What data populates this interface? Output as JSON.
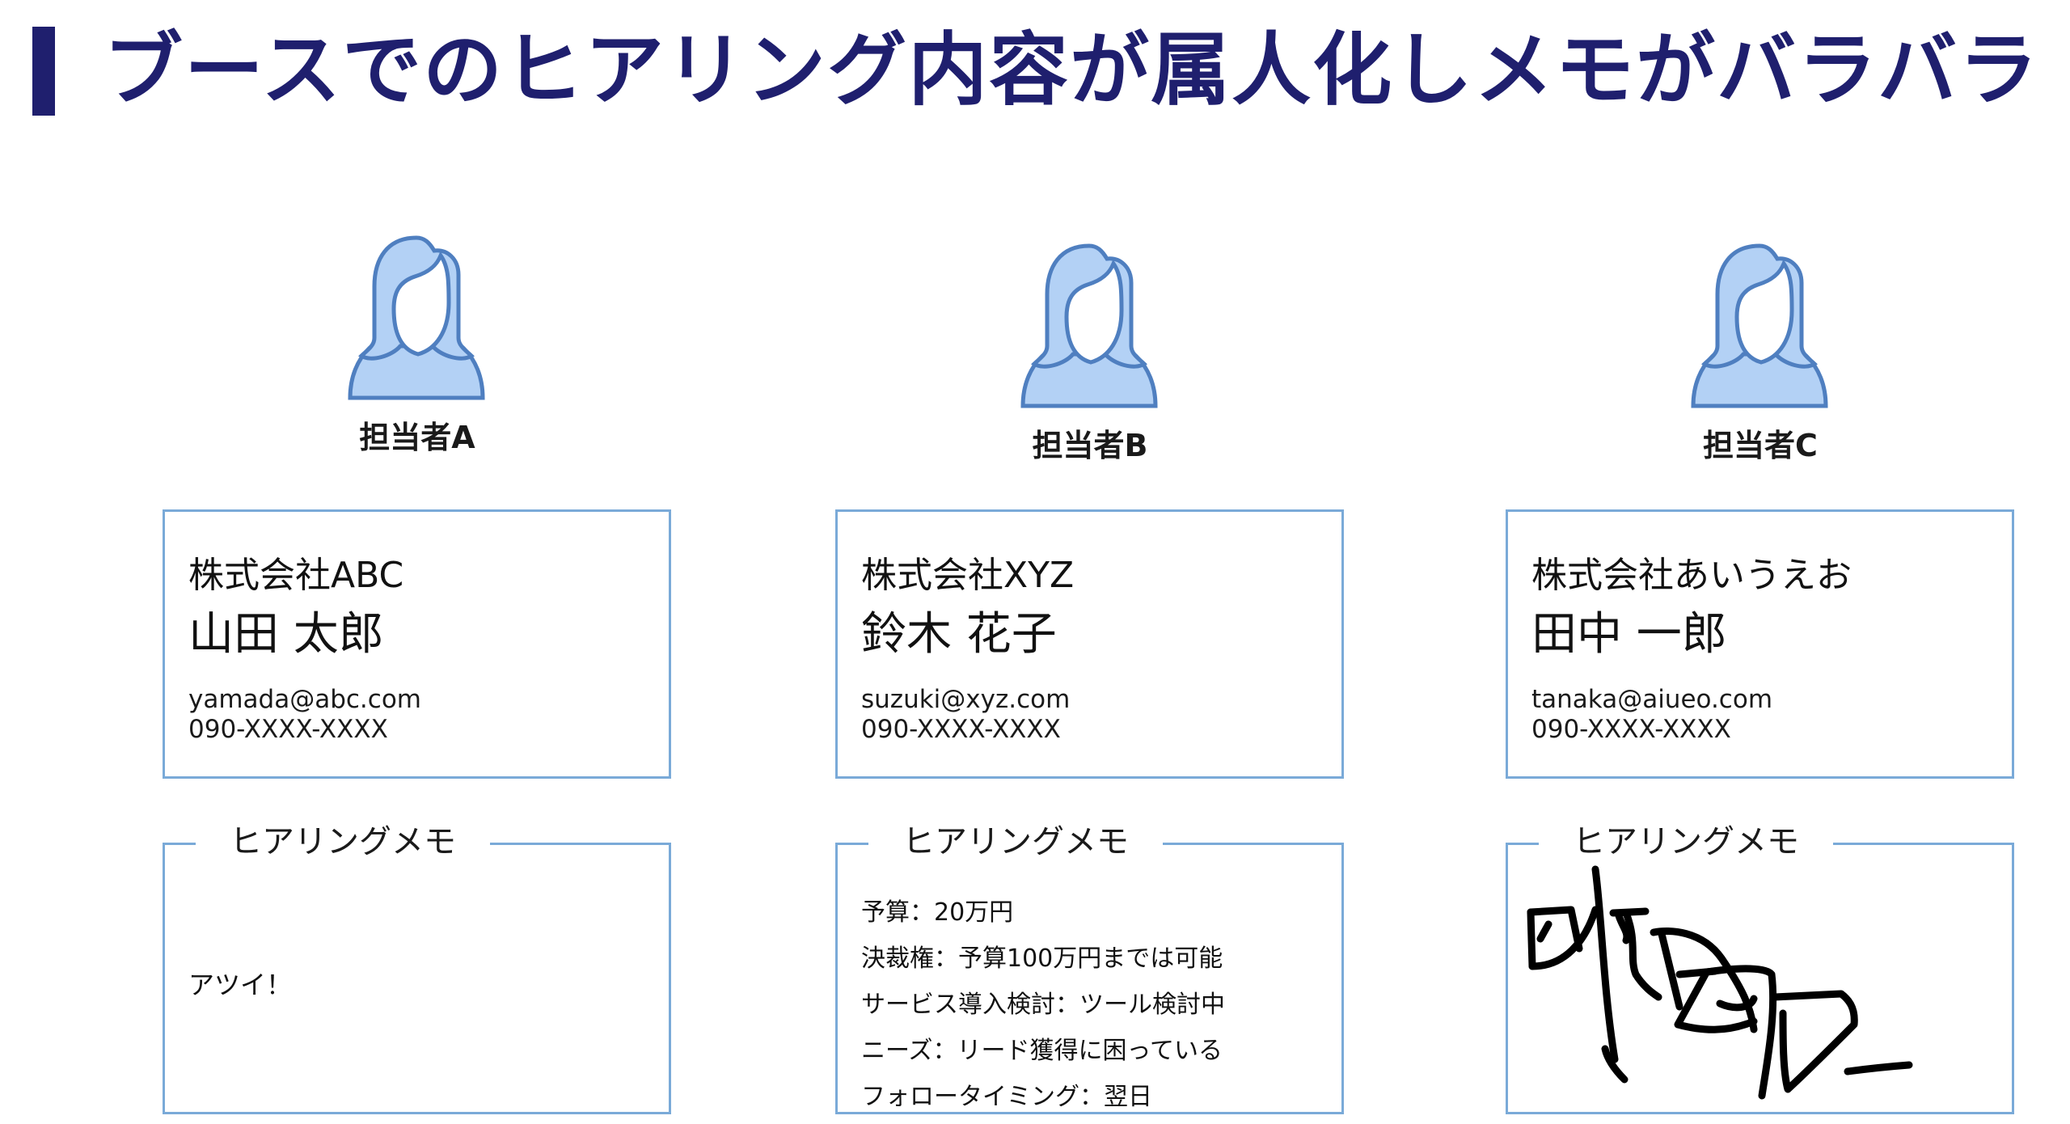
{
  "title": "ブースでのヒアリング内容が属人化しメモがバラバラ",
  "colors": {
    "title": "#1f1f6e",
    "accent_bar": "#1f1f6e",
    "card_border": "#7aaad8",
    "avatar_fill": "#b3d1f5",
    "avatar_stroke": "#4f7fc0"
  },
  "memo_heading": "ヒアリングメモ",
  "reps": [
    {
      "label": "担当者A",
      "avatar_icon": "female-user-icon",
      "card": {
        "company": "株式会社ABC",
        "name": "山田 太郎",
        "email": "yamada@abc.com",
        "phone": "090-XXXX-XXXX"
      },
      "memo": {
        "type": "text",
        "text": "アツイ！"
      }
    },
    {
      "label": "担当者B",
      "avatar_icon": "female-user-icon",
      "card": {
        "company": "株式会社XYZ",
        "name": "鈴木 花子",
        "email": "suzuki@xyz.com",
        "phone": "090-XXXX-XXXX"
      },
      "memo": {
        "type": "list",
        "lines": [
          "予算：20万円",
          "決裁権：予算100万円までは可能",
          "サービス導入検討：ツール検討中",
          "ニーズ：リード獲得に困っている",
          "フォロータイミング：翌日"
        ]
      }
    },
    {
      "label": "担当者C",
      "avatar_icon": "female-user-icon",
      "card": {
        "company": "株式会社あいうえお",
        "name": "田中 一郎",
        "email": "tanaka@aiueo.com",
        "phone": "090-XXXX-XXXX"
      },
      "memo": {
        "type": "handwriting",
        "text": "illegible-scribble"
      }
    }
  ]
}
